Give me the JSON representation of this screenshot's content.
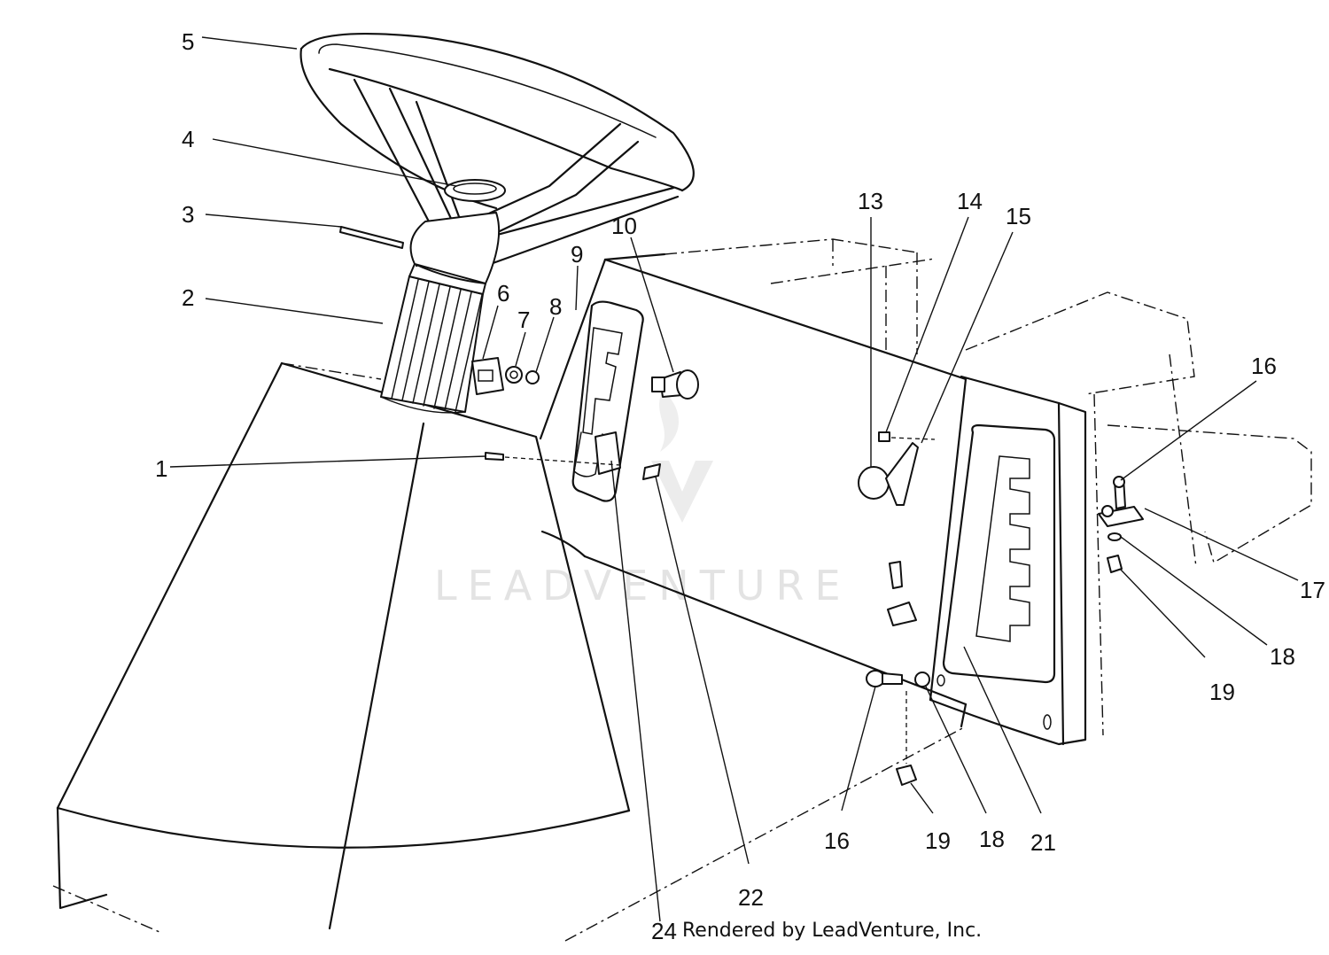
{
  "watermark": "LEADVENTURE",
  "footer": "Rendered by LeadVenture, Inc.",
  "callouts": {
    "c1": "1",
    "c2": "2",
    "c3": "3",
    "c4": "4",
    "c5": "5",
    "c6": "6",
    "c7": "7",
    "c8": "8",
    "c9": "9",
    "c10": "10",
    "c13": "13",
    "c14": "14",
    "c15": "15",
    "c16a": "16",
    "c16b": "16",
    "c17": "17",
    "c18a": "18",
    "c18b": "18",
    "c19a": "19",
    "c19b": "19",
    "c21": "21",
    "c22": "22",
    "c24": "24"
  }
}
